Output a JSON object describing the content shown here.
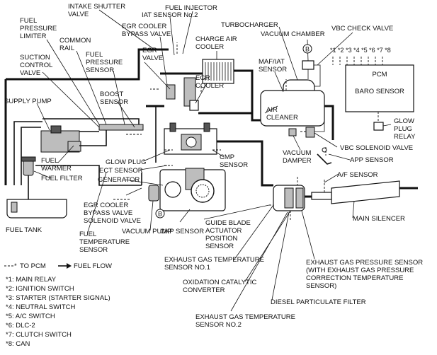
{
  "labels": {
    "intake_shutter_valve": [
      "INTAKE SHUTTER",
      "VALVE"
    ],
    "iat_sensor_2": [
      "IAT SENSOR No.2"
    ],
    "fuel_injector": [
      "FUEL INJECTOR"
    ],
    "egr_cooler_bypass_valve": [
      "EGR COOLER",
      "BYPASS VALVE"
    ],
    "fuel_pressure_limiter": [
      "FUEL",
      "PRESSURE",
      "LIMITER"
    ],
    "common_rail": [
      "COMMON",
      "RAIL"
    ],
    "egr_valve": [
      "EGR",
      "VALVE"
    ],
    "charge_air_cooler": [
      "CHARGE AIR",
      "COOLER"
    ],
    "turbocharger": [
      "TURBOCHARGER"
    ],
    "vacuum_chamber": [
      "VACUUM CHAMBER"
    ],
    "vbc_check_valve": [
      "VBC CHECK VALVE"
    ],
    "suction_control_valve": [
      "SUCTION",
      "CONTROL",
      "VALVE"
    ],
    "fuel_pressure_sensor": [
      "FUEL",
      "PRESSURE",
      "SENSOR"
    ],
    "maf_iat_sensor": [
      "MAF/IAT",
      "SENSOR"
    ],
    "pcm_pins": [
      "*1",
      "*2",
      "*3",
      "*4",
      "*5",
      "*6",
      "*7",
      "*8"
    ],
    "pcm": [
      "PCM"
    ],
    "baro_sensor": [
      "BARO SENSOR"
    ],
    "egr_cooler": [
      "EGR",
      "COOLER"
    ],
    "boost_sensor": [
      "BOOST",
      "SENSOR"
    ],
    "supply_pump": [
      "SUPPLY PUMP"
    ],
    "air_cleaner": [
      "AIR",
      "CLEANER"
    ],
    "glow_plug_relay": [
      "GLOW",
      "PLUG",
      "RELAY"
    ],
    "vacuum_damper": [
      "VACUUM",
      "DAMPER"
    ],
    "vbc_solenoid_valve": [
      "VBC SOLENOID VALVE"
    ],
    "fuel_warmer": [
      "FUEL",
      "WARMER"
    ],
    "glow_plug": [
      "GLOW PLUG"
    ],
    "ect_sensor": [
      "ECT SENSOR"
    ],
    "cmp_sensor": [
      "CMP",
      "SENSOR"
    ],
    "app_sensor": [
      "APP SENSOR"
    ],
    "fuel_filter": [
      "FUEL FILTER"
    ],
    "generator": [
      "GENERATOR"
    ],
    "af_sensor": [
      "A/F SENSOR"
    ],
    "egr_cooler_bypass_solenoid": [
      "EGR COOLER",
      "BYPASS VALVE",
      "SOLENOID VALVE"
    ],
    "main_silencer": [
      "MAIN SILENCER"
    ],
    "fuel_tank": [
      "FUEL TANK"
    ],
    "guide_blade": [
      "GUIDE BLADE",
      "ACTUATOR",
      "POSITION",
      "SENSOR"
    ],
    "vacuum_pump": [
      "VACUUM PUMP"
    ],
    "ckp_sensor": [
      "CKP SENSOR"
    ],
    "fuel_temp_sensor": [
      "FUEL",
      "TEMPERATURE",
      "SENSOR"
    ],
    "exhaust_temp_1": [
      "EXHAUST GAS TEMPERATURE",
      "SENSOR NO.1"
    ],
    "exhaust_pressure": [
      "EXHAUST GAS PRESSURE SENSOR",
      "(WITH EXHAUST GAS PRESSURE",
      "CORRECTION TEMPERATURE",
      "SENSOR)"
    ],
    "oxidation_converter": [
      "OXIDATION CATALYTIC",
      "CONVERTER"
    ],
    "dpf": [
      "DIESEL PARTICULATE FILTER"
    ],
    "exhaust_temp_2": [
      "EXHAUST GAS TEMPERATURE",
      "SENSOR NO.2"
    ],
    "marker_b": [
      "B"
    ]
  },
  "legend": {
    "to_pcm": "TO PCM",
    "fuel_flow": "FUEL FLOW"
  },
  "footnotes": [
    "*1: MAIN RELAY",
    "*2: IGNITION  SWITCH",
    "*3: STARTER (STARTER SIGNAL)",
    "*4: NEUTRAL SWITCH",
    "*5: A/C SWITCH",
    "*6: DLC-2",
    "*7: CLUTCH SWITCH",
    "*8: CAN"
  ]
}
